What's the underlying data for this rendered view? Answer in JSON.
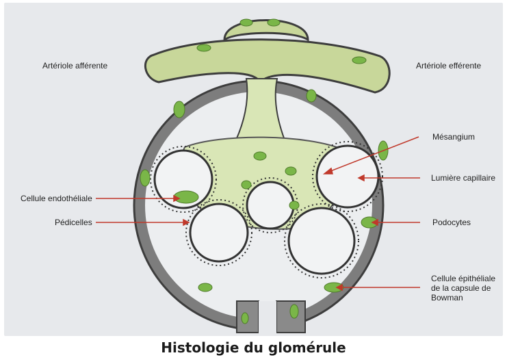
{
  "title": "Histologie du glomérule",
  "labels": {
    "arteriole_afferente": "Artériole afférente",
    "arteriole_efferente": "Artériole efférente",
    "mesangium": "Mésangium",
    "lumiere_capillaire": "Lumière capillaire",
    "cellule_endotheliale": "Cellule endothéliale",
    "pedicelles": "Pédicelles",
    "podocytes": "Podocytes",
    "cellule_epitheliale": "Cellule épithéliale de la capsule de Bowman"
  },
  "colors": {
    "background": "#e7e9ec",
    "tissue_dark": "#4a4a4a",
    "tissue_mid": "#8a8a8a",
    "mesangium": "#d9e6b6",
    "nucleus_green": "#7ab648",
    "arrow_red": "#c0392b"
  }
}
